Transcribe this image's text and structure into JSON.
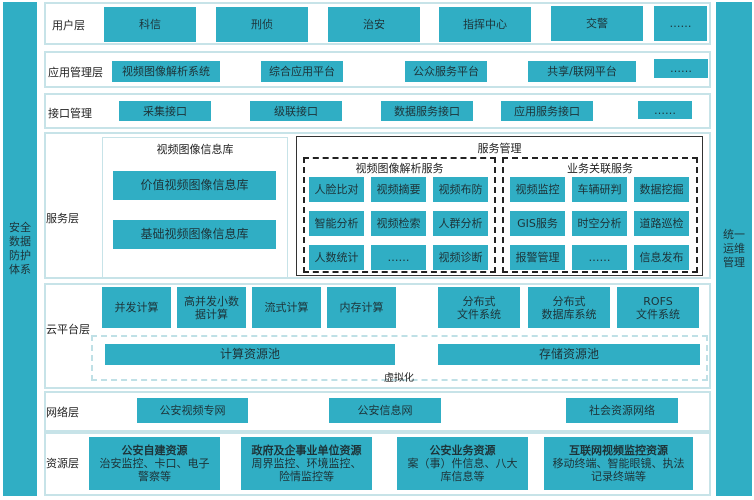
{
  "sidebars": {
    "left": "安全数据防护体系",
    "right": "统一运维管理"
  },
  "layers": {
    "user": {
      "label": "用户层",
      "items": [
        "科信",
        "刑侦",
        "治安",
        "指挥中心",
        "交警",
        "……"
      ]
    },
    "app_mgmt": {
      "label": "应用管理层",
      "items": [
        "视频图像解析系统",
        "综合应用平台",
        "公众服务平台",
        "共享/联网平台",
        "……"
      ]
    },
    "interface": {
      "label": "接口管理",
      "items": [
        "采集接口",
        "级联接口",
        "数据服务接口",
        "应用服务接口",
        "……"
      ]
    },
    "service": {
      "label": "服务层",
      "video_lib": {
        "title": "视频图像信息库",
        "items": [
          "价值视频图像信息库",
          "基础视频图像信息库"
        ]
      },
      "service_mgmt": {
        "title": "服务管理",
        "analysis": {
          "title": "视频图像解析服务",
          "items": [
            "人脸比对",
            "视频摘要",
            "视频布防",
            "智能分析",
            "视频检索",
            "人群分析",
            "人数统计",
            "……",
            "视频诊断"
          ]
        },
        "business": {
          "title": "业务关联服务",
          "items": [
            "视频监控",
            "车辆研判",
            "数据挖掘",
            "GIS服务",
            "时空分析",
            "道路巡检",
            "报警管理",
            "……",
            "信息发布"
          ]
        }
      }
    },
    "cloud": {
      "label": "云平台层",
      "items": [
        "并发计算",
        "高并发小数据计算",
        "流式计算",
        "内存计算",
        "分布式文件系统",
        "分布式数据库系统",
        "ROFS文件系统"
      ],
      "items_lines": [
        [
          "并发计算"
        ],
        [
          "高并发小数",
          "据计算"
        ],
        [
          "流式计算"
        ],
        [
          "内存计算"
        ],
        [
          "分布式",
          "文件系统"
        ],
        [
          "分布式",
          "数据库系统"
        ],
        [
          "ROFS",
          "文件系统"
        ]
      ],
      "pools": [
        "计算资源池",
        "存储资源池"
      ],
      "virtualization": "虚拟化"
    },
    "network": {
      "label": "网络层",
      "items": [
        "公安视频专网",
        "公安信息网",
        "社会资源网络"
      ]
    },
    "resource": {
      "label": "资源层",
      "items": [
        {
          "title": "公安自建资源",
          "line1": "治安监控、卡口、电子",
          "line2": "警察等"
        },
        {
          "title": "政府及企事业单位资源",
          "line1": "周界监控、环境监控、",
          "line2": "险情监控等"
        },
        {
          "title": "公安业务资源",
          "line1": "案（事）件信息、八大",
          "line2": "库信息等"
        },
        {
          "title": "互联网视频监控资源",
          "line1": "移动终端、智能眼镜、执法",
          "line2": "记录终端等"
        }
      ]
    }
  },
  "colors": {
    "accent": "#30aec4",
    "layer_border": "#c7e3e8",
    "dash_dark": "#222222"
  }
}
